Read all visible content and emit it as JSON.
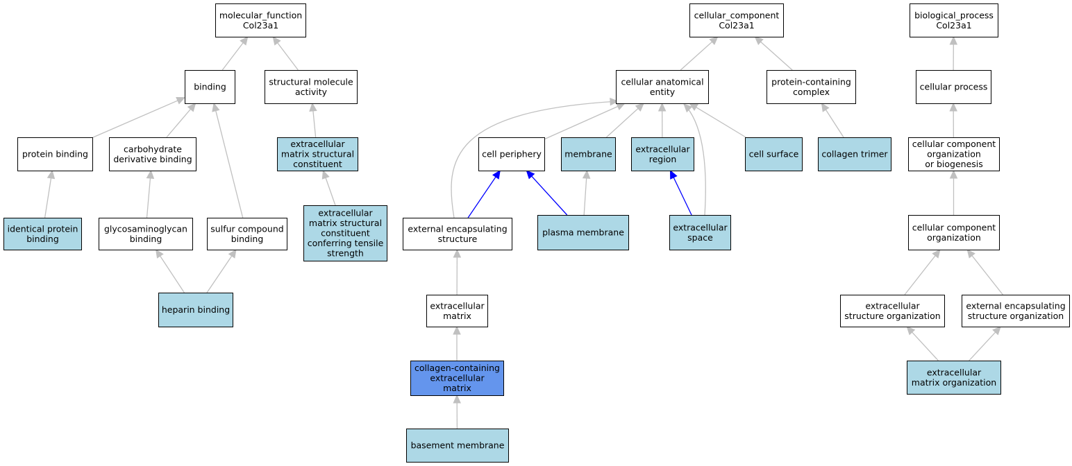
{
  "styles": {
    "plain": "#ffffff",
    "annotated": "#add8e6",
    "focus": "#6495ed",
    "edge_default": "#c0c0c0",
    "edge_highlight": "#0000ff"
  },
  "nodes": [
    {
      "id": "mf_root",
      "lines": [
        "molecular_function",
        "Col23a1"
      ],
      "style": "plain"
    },
    {
      "id": "binding",
      "lines": [
        "binding"
      ],
      "style": "plain"
    },
    {
      "id": "structural_molecule_activity",
      "lines": [
        "structural molecule",
        "activity"
      ],
      "style": "plain"
    },
    {
      "id": "protein_binding",
      "lines": [
        "protein binding"
      ],
      "style": "plain"
    },
    {
      "id": "carbohydrate_derivative_binding",
      "lines": [
        "carbohydrate",
        "derivative binding"
      ],
      "style": "plain"
    },
    {
      "id": "ecm_structural_constituent",
      "lines": [
        "extracellular",
        "matrix structural",
        "constituent"
      ],
      "style": "annotated"
    },
    {
      "id": "identical_protein_binding",
      "lines": [
        "identical protein",
        "binding"
      ],
      "style": "annotated"
    },
    {
      "id": "glycosaminoglycan_binding",
      "lines": [
        "glycosaminoglycan",
        "binding"
      ],
      "style": "plain"
    },
    {
      "id": "sulfur_compound_binding",
      "lines": [
        "sulfur compound",
        "binding"
      ],
      "style": "plain"
    },
    {
      "id": "ecm_tensile",
      "lines": [
        "extracellular",
        "matrix structural",
        "constituent",
        "conferring tensile",
        "strength"
      ],
      "style": "annotated"
    },
    {
      "id": "heparin_binding",
      "lines": [
        "heparin binding"
      ],
      "style": "annotated"
    },
    {
      "id": "cc_root",
      "lines": [
        "cellular_component",
        "Col23a1"
      ],
      "style": "plain"
    },
    {
      "id": "cellular_anatomical_entity",
      "lines": [
        "cellular anatomical",
        "entity"
      ],
      "style": "plain"
    },
    {
      "id": "protein_containing_complex",
      "lines": [
        "protein-containing",
        "complex"
      ],
      "style": "plain"
    },
    {
      "id": "cell_periphery",
      "lines": [
        "cell periphery"
      ],
      "style": "plain"
    },
    {
      "id": "membrane",
      "lines": [
        "membrane"
      ],
      "style": "annotated"
    },
    {
      "id": "extracellular_region",
      "lines": [
        "extracellular",
        "region"
      ],
      "style": "annotated"
    },
    {
      "id": "cell_surface",
      "lines": [
        "cell surface"
      ],
      "style": "annotated"
    },
    {
      "id": "collagen_trimer",
      "lines": [
        "collagen trimer"
      ],
      "style": "annotated"
    },
    {
      "id": "external_encapsulating_structure",
      "lines": [
        "external encapsulating",
        "structure"
      ],
      "style": "plain"
    },
    {
      "id": "plasma_membrane",
      "lines": [
        "plasma membrane"
      ],
      "style": "annotated"
    },
    {
      "id": "extracellular_space",
      "lines": [
        "extracellular",
        "space"
      ],
      "style": "annotated"
    },
    {
      "id": "extracellular_matrix",
      "lines": [
        "extracellular",
        "matrix"
      ],
      "style": "plain"
    },
    {
      "id": "collagen_containing_ecm",
      "lines": [
        "collagen-containing",
        "extracellular",
        "matrix"
      ],
      "style": "focus"
    },
    {
      "id": "basement_membrane",
      "lines": [
        "basement membrane"
      ],
      "style": "annotated"
    },
    {
      "id": "bp_root",
      "lines": [
        "biological_process",
        "Col23a1"
      ],
      "style": "plain"
    },
    {
      "id": "cellular_process",
      "lines": [
        "cellular process"
      ],
      "style": "plain"
    },
    {
      "id": "ccob",
      "lines": [
        "cellular component",
        "organization",
        "or biogenesis"
      ],
      "style": "plain"
    },
    {
      "id": "cco",
      "lines": [
        "cellular component",
        "organization"
      ],
      "style": "plain"
    },
    {
      "id": "extracellular_structure_organization",
      "lines": [
        "extracellular",
        "structure organization"
      ],
      "style": "plain"
    },
    {
      "id": "external_encapsulating_structure_organization",
      "lines": [
        "external encapsulating",
        "structure organization"
      ],
      "style": "plain"
    },
    {
      "id": "ecm_organization",
      "lines": [
        "extracellular",
        "matrix organization"
      ],
      "style": "annotated"
    }
  ],
  "edges": [
    {
      "from": "binding",
      "to": "mf_root",
      "style": "default"
    },
    {
      "from": "structural_molecule_activity",
      "to": "mf_root",
      "style": "default"
    },
    {
      "from": "protein_binding",
      "to": "binding",
      "style": "default"
    },
    {
      "from": "carbohydrate_derivative_binding",
      "to": "binding",
      "style": "default"
    },
    {
      "from": "sulfur_compound_binding",
      "to": "binding",
      "style": "default"
    },
    {
      "from": "ecm_structural_constituent",
      "to": "structural_molecule_activity",
      "style": "default"
    },
    {
      "from": "identical_protein_binding",
      "to": "protein_binding",
      "style": "default"
    },
    {
      "from": "glycosaminoglycan_binding",
      "to": "carbohydrate_derivative_binding",
      "style": "default"
    },
    {
      "from": "ecm_tensile",
      "to": "ecm_structural_constituent",
      "style": "default"
    },
    {
      "from": "heparin_binding",
      "to": "glycosaminoglycan_binding",
      "style": "default"
    },
    {
      "from": "heparin_binding",
      "to": "sulfur_compound_binding",
      "style": "default"
    },
    {
      "from": "cellular_anatomical_entity",
      "to": "cc_root",
      "style": "default"
    },
    {
      "from": "protein_containing_complex",
      "to": "cc_root",
      "style": "default"
    },
    {
      "from": "cell_periphery",
      "to": "cellular_anatomical_entity",
      "style": "default"
    },
    {
      "from": "membrane",
      "to": "cellular_anatomical_entity",
      "style": "default"
    },
    {
      "from": "extracellular_region",
      "to": "cellular_anatomical_entity",
      "style": "default"
    },
    {
      "from": "cell_surface",
      "to": "cellular_anatomical_entity",
      "style": "default"
    },
    {
      "from": "external_encapsulating_structure",
      "to": "cellular_anatomical_entity",
      "style": "default"
    },
    {
      "from": "extracellular_space",
      "to": "cellular_anatomical_entity",
      "style": "default"
    },
    {
      "from": "collagen_trimer",
      "to": "protein_containing_complex",
      "style": "default"
    },
    {
      "from": "external_encapsulating_structure",
      "to": "cell_periphery",
      "style": "highlight"
    },
    {
      "from": "plasma_membrane",
      "to": "cell_periphery",
      "style": "highlight"
    },
    {
      "from": "plasma_membrane",
      "to": "membrane",
      "style": "default"
    },
    {
      "from": "extracellular_space",
      "to": "extracellular_region",
      "style": "highlight"
    },
    {
      "from": "extracellular_matrix",
      "to": "external_encapsulating_structure",
      "style": "default"
    },
    {
      "from": "collagen_containing_ecm",
      "to": "extracellular_matrix",
      "style": "default"
    },
    {
      "from": "basement_membrane",
      "to": "collagen_containing_ecm",
      "style": "default"
    },
    {
      "from": "cellular_process",
      "to": "bp_root",
      "style": "default"
    },
    {
      "from": "ccob",
      "to": "cellular_process",
      "style": "default"
    },
    {
      "from": "cco",
      "to": "ccob",
      "style": "default"
    },
    {
      "from": "extracellular_structure_organization",
      "to": "cco",
      "style": "default"
    },
    {
      "from": "external_encapsulating_structure_organization",
      "to": "cco",
      "style": "default"
    },
    {
      "from": "ecm_organization",
      "to": "extracellular_structure_organization",
      "style": "default"
    },
    {
      "from": "ecm_organization",
      "to": "external_encapsulating_structure_organization",
      "style": "default"
    }
  ]
}
